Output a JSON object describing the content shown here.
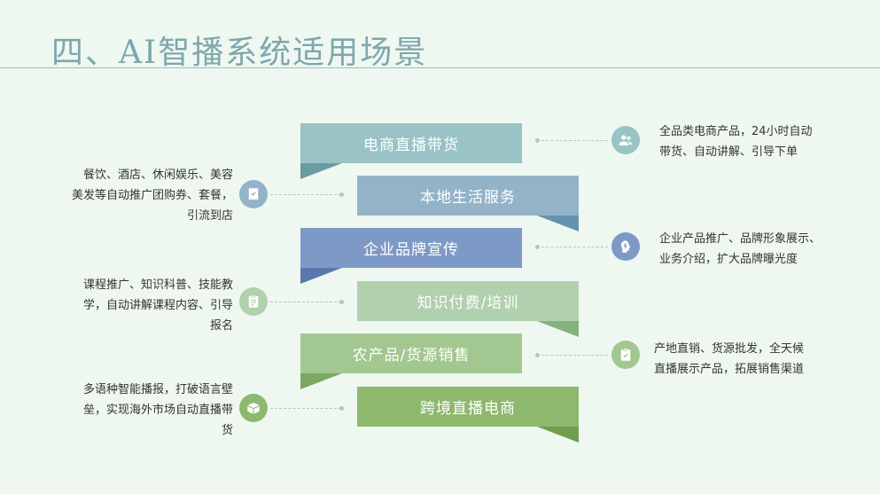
{
  "title": "四、AI智播系统适用场景",
  "scenarios": [
    {
      "label": "电商直播带货",
      "color": "#99c3c5",
      "fold_color": "#6b9aa0"
    },
    {
      "label": "本地生活服务",
      "color": "#93b3c8",
      "fold_color": "#6592ae"
    },
    {
      "label": "企业品牌宣传",
      "color": "#7f99c6",
      "fold_color": "#5a78ad"
    },
    {
      "label": "知识付费/培训",
      "color": "#b1d0ad",
      "fold_color": "#86b180"
    },
    {
      "label": "农产品/货源销售",
      "color": "#a3c791",
      "fold_color": "#7ba862"
    },
    {
      "label": "跨境直播电商",
      "color": "#8db86e",
      "fold_color": "#6f9e4e"
    }
  ],
  "descriptions": [
    {
      "icon": "users-icon",
      "icon_color": "#99c3c5",
      "lines": [
        "全品类电商产品，24小时自动",
        "带货、自动讲解、引导下单"
      ]
    },
    {
      "icon": "coupon-icon",
      "icon_color": "#93b3c8",
      "lines": [
        "餐饮、酒店、休闲娱乐、美容",
        "美发等自动推广团购券、套餐，",
        "引流到店"
      ]
    },
    {
      "icon": "idea-head-icon",
      "icon_color": "#7f99c6",
      "lines": [
        "企业产品推广、品牌形象展示、",
        "业务介绍，扩大品牌曝光度"
      ]
    },
    {
      "icon": "clipboard-icon",
      "icon_color": "#b1d0ad",
      "lines": [
        "课程推广、知识科普、技能教",
        "学，自动讲解课程内容、引导",
        "报名"
      ]
    },
    {
      "icon": "check-clipboard-icon",
      "icon_color": "#a3c791",
      "lines": [
        "产地直销、货源批发，全天候",
        "直播展示产品，拓展销售渠道"
      ]
    },
    {
      "icon": "package-icon",
      "icon_color": "#8db86e",
      "lines": [
        "多语种智能播报，打破语言壁",
        "垒，实现海外市场自动直播带",
        "货"
      ]
    }
  ]
}
